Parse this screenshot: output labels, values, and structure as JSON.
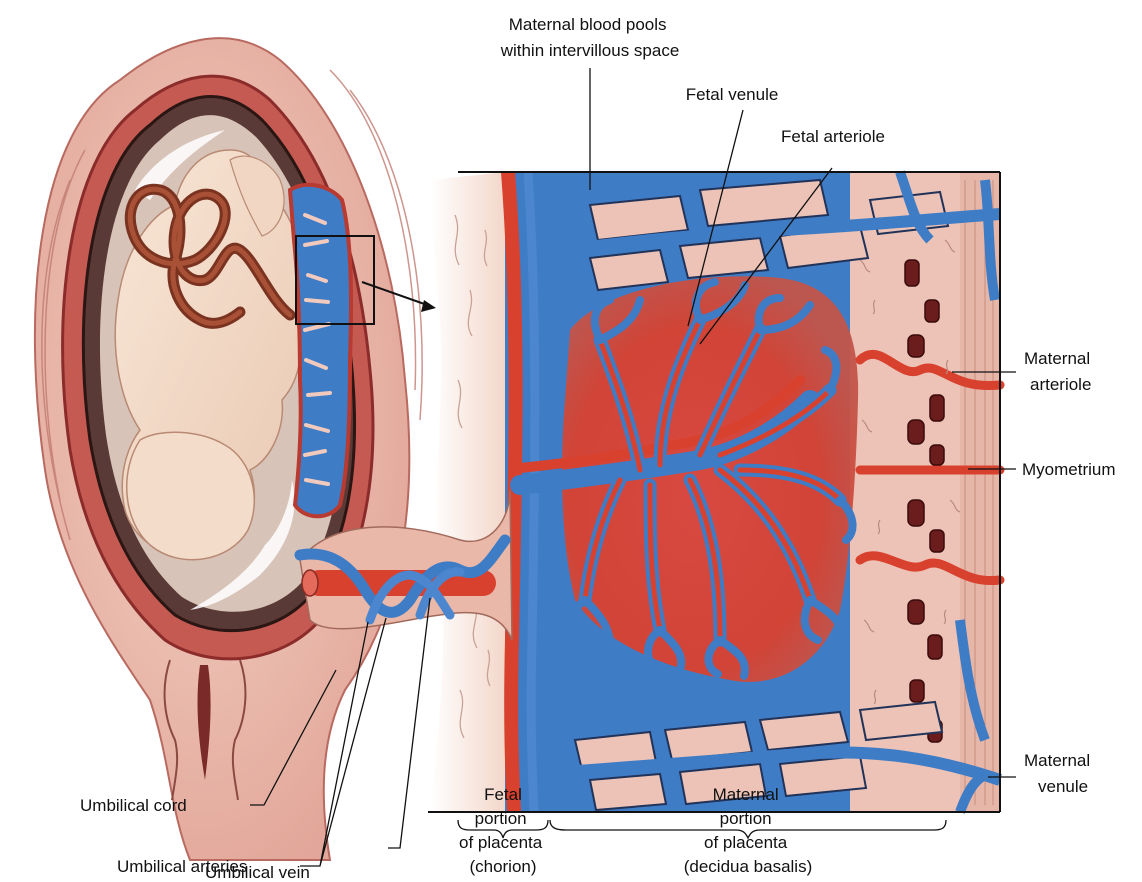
{
  "colors": {
    "maternal_blood": "#3f7cc6",
    "fetal_artery": "#d9412f",
    "decidua": "#ecc3b6",
    "tissue": "#f3d7ca",
    "uterus_wall": "#b74b45",
    "dark_pockets": "#6b1c1c"
  },
  "labels": {
    "maternal_blood_pools": [
      "Maternal blood pools",
      "within intervillous space"
    ],
    "fetal_venule": "Fetal venule",
    "fetal_arteriole": "Fetal arteriole",
    "maternal_arteriole": [
      "Maternal",
      "arteriole"
    ],
    "myometrium": "Myometrium",
    "maternal_venule": [
      "Maternal",
      "venule"
    ],
    "umbilical_cord": "Umbilical cord",
    "umbilical_arteries": "Umbilical arteries",
    "umbilical_vein": "Umbilical vein",
    "fetal_portion": [
      "Fetal",
      "portion",
      "of placenta",
      "(chorion)"
    ],
    "maternal_portion": [
      "Maternal",
      "portion",
      "of placenta",
      "(decidua basalis)"
    ]
  }
}
